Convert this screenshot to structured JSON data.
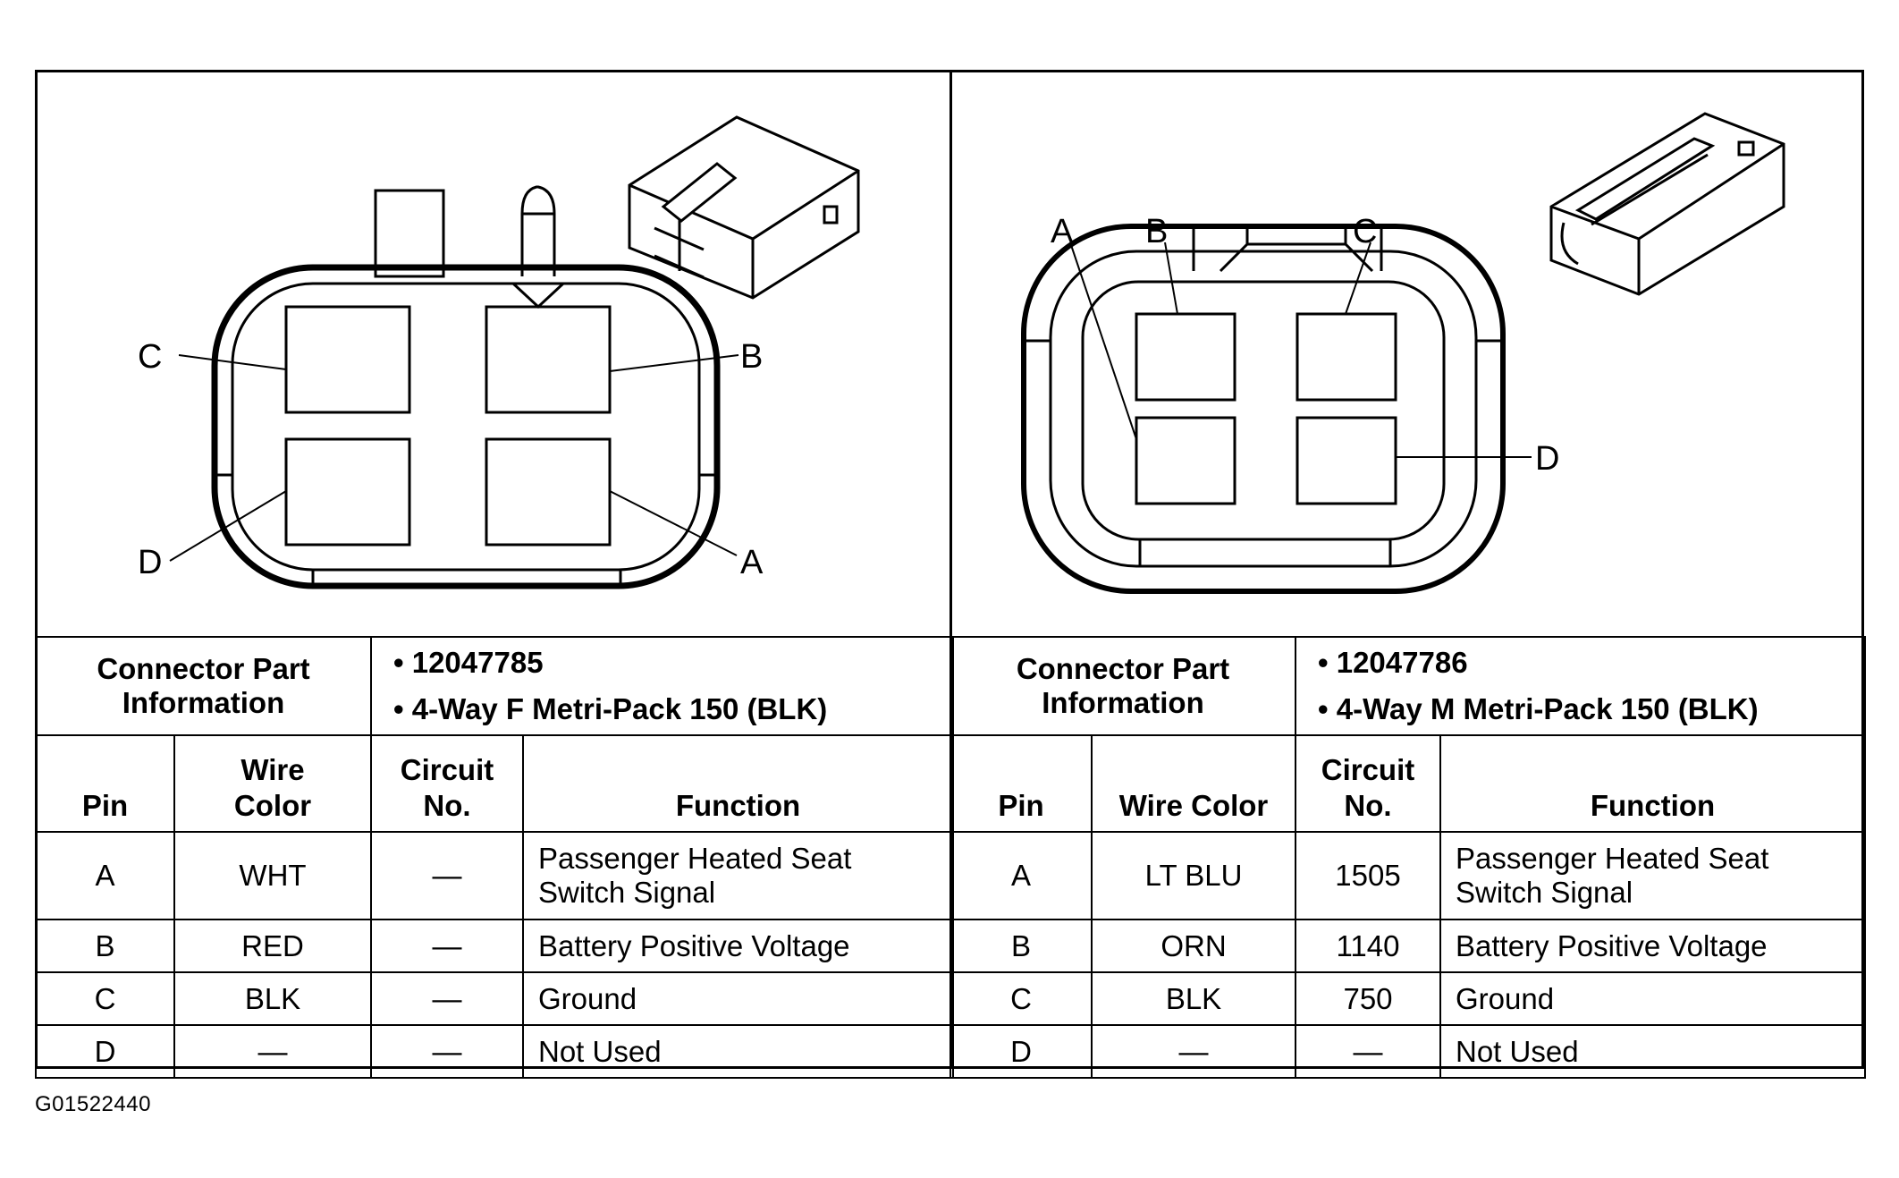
{
  "figure_id": "G01522440",
  "left": {
    "pin_labels": {
      "a": "A",
      "b": "B",
      "c": "C",
      "d": "D"
    },
    "info_label_line1": "Connector Part",
    "info_label_line2": "Information",
    "part_number": "• 12047785",
    "part_desc": "• 4-Way F Metri-Pack 150 (BLK)",
    "headers": {
      "pin": "Pin",
      "wire1": "Wire",
      "wire2": "Color",
      "circuit1": "Circuit",
      "circuit2": "No.",
      "function": "Function"
    },
    "rows": [
      {
        "pin": "A",
        "wire": "WHT",
        "circuit": "—",
        "function1": "Passenger Heated Seat",
        "function2": "Switch Signal"
      },
      {
        "pin": "B",
        "wire": "RED",
        "circuit": "—",
        "function1": "Battery Positive Voltage",
        "function2": ""
      },
      {
        "pin": "C",
        "wire": "BLK",
        "circuit": "—",
        "function1": "Ground",
        "function2": ""
      },
      {
        "pin": "D",
        "wire": "—",
        "circuit": "—",
        "function1": "Not Used",
        "function2": ""
      }
    ]
  },
  "right": {
    "pin_labels": {
      "a": "A",
      "b": "B",
      "c": "C",
      "d": "D"
    },
    "info_label_line1": "Connector Part",
    "info_label_line2": "Information",
    "part_number": "• 12047786",
    "part_desc": "• 4-Way M Metri-Pack 150 (BLK)",
    "headers": {
      "pin": "Pin",
      "wire": "Wire Color",
      "circuit1": "Circuit",
      "circuit2": "No.",
      "function": "Function"
    },
    "rows": [
      {
        "pin": "A",
        "wire": "LT BLU",
        "circuit": "1505",
        "function1": "Passenger Heated Seat",
        "function2": "Switch Signal"
      },
      {
        "pin": "B",
        "wire": "ORN",
        "circuit": "1140",
        "function1": "Battery Positive Voltage",
        "function2": ""
      },
      {
        "pin": "C",
        "wire": "BLK",
        "circuit": "750",
        "function1": "Ground",
        "function2": ""
      },
      {
        "pin": "D",
        "wire": "—",
        "circuit": "—",
        "function1": "Not Used",
        "function2": ""
      }
    ]
  }
}
